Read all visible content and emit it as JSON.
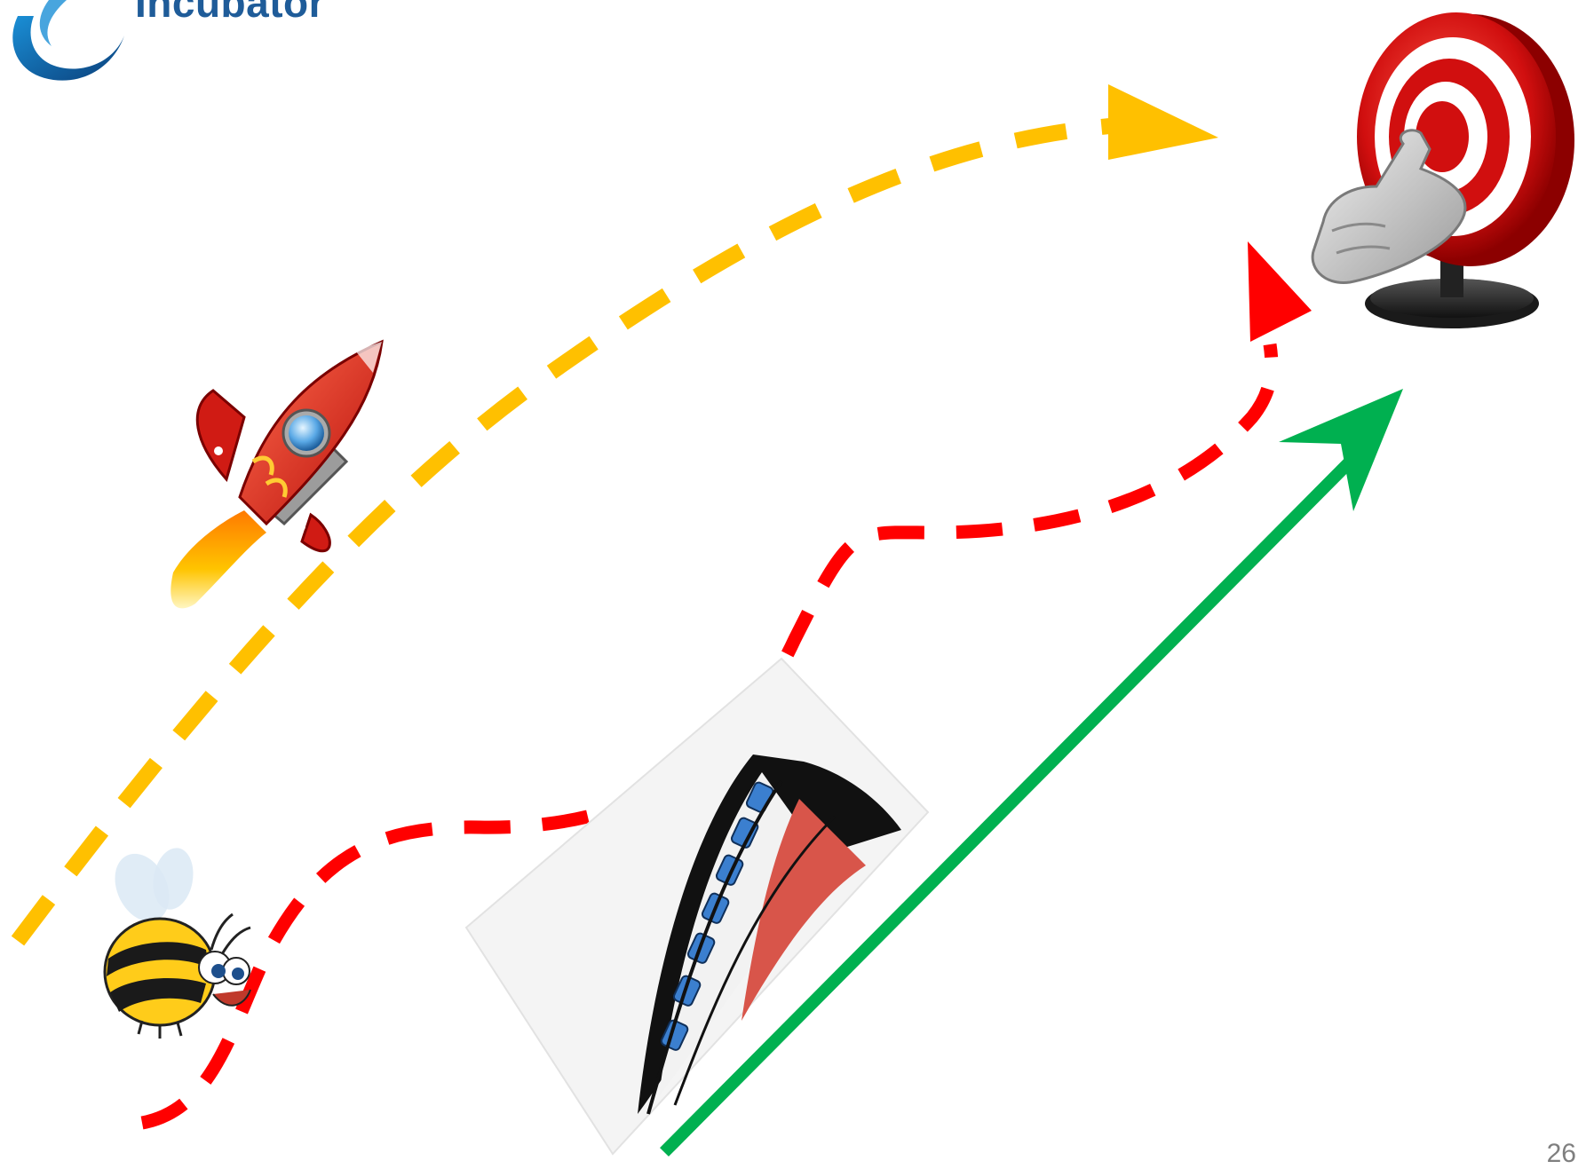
{
  "logo": {
    "text": "Incubator",
    "icon": "incubator-swirl-logo"
  },
  "page_number": "26",
  "icons": {
    "target": "target-icon",
    "hand": "pointing-hand-icon",
    "rocket": "rocket-icon",
    "bee": "bee-icon",
    "train": "train-drawing-icon"
  },
  "paths": [
    {
      "name": "yellow-dashed-path",
      "color": "#ffc000",
      "style": "dashed"
    },
    {
      "name": "red-dashed-path",
      "color": "#ff0000",
      "style": "dashed"
    },
    {
      "name": "green-solid-path",
      "color": "#00b050",
      "style": "solid"
    }
  ]
}
